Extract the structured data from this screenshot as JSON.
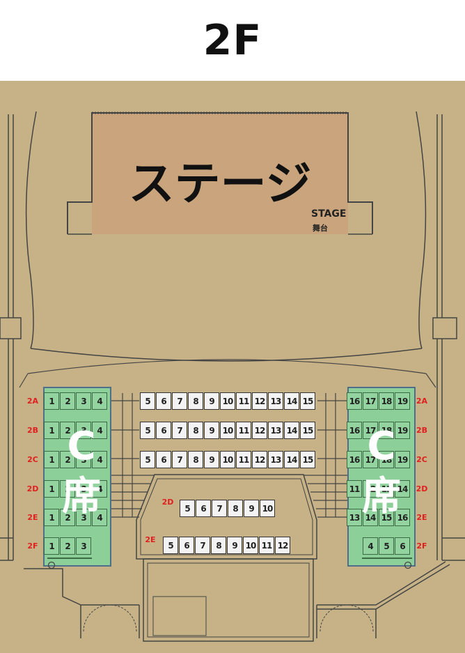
{
  "floor_title": "2F",
  "stage": {
    "label": "ステージ",
    "english": "STAGE",
    "japanese": "舞台"
  },
  "c_section": {
    "letter": "C",
    "kanji": "席"
  },
  "colors": {
    "floor": "#c6b286",
    "stage": "#c9a47c",
    "c_block": "#8ccf98",
    "row_label": "#e02020"
  },
  "row_labels": [
    "2A",
    "2B",
    "2C",
    "2D",
    "2E",
    "2F"
  ],
  "left_block_seats": [
    [
      "1",
      "2",
      "3",
      "4"
    ],
    [
      "1",
      "2",
      "3",
      "4"
    ],
    [
      "1",
      "2",
      "3",
      "4"
    ],
    [
      "1",
      "2",
      "3",
      "4"
    ],
    [
      "1",
      "2",
      "3",
      "4"
    ],
    [
      "1",
      "2",
      "3"
    ]
  ],
  "center_rows": [
    [
      "5",
      "6",
      "7",
      "8",
      "9",
      "10",
      "11",
      "12",
      "13",
      "14",
      "15"
    ],
    [
      "5",
      "6",
      "7",
      "8",
      "9",
      "10",
      "11",
      "12",
      "13",
      "14",
      "15"
    ],
    [
      "5",
      "6",
      "7",
      "8",
      "9",
      "10",
      "11",
      "12",
      "13",
      "14",
      "15"
    ]
  ],
  "center_2d": {
    "label": "2D",
    "seats": [
      "5",
      "6",
      "7",
      "8",
      "9",
      "10"
    ]
  },
  "center_2e": {
    "label": "2E",
    "seats": [
      "5",
      "6",
      "7",
      "8",
      "9",
      "10",
      "11",
      "12"
    ]
  },
  "right_block_seats": [
    [
      "16",
      "17",
      "18",
      "19"
    ],
    [
      "16",
      "17",
      "18",
      "19"
    ],
    [
      "16",
      "17",
      "18",
      "19"
    ],
    [
      "11",
      "12",
      "13",
      "14"
    ],
    [
      "13",
      "14",
      "15",
      "16"
    ],
    [
      "4",
      "5",
      "6"
    ]
  ]
}
